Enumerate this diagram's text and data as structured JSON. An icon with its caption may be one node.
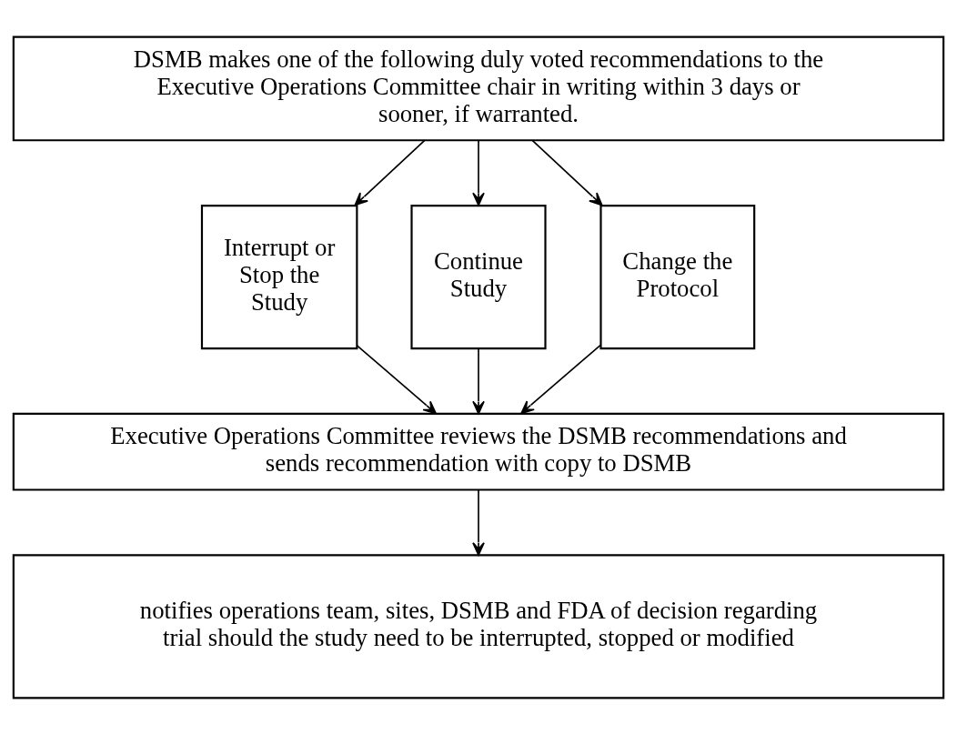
{
  "diagram": {
    "nodes": [
      {
        "text": [
          "DSMB makes one of the following duly voted recommendations to the Executive Operations Committee chair in writing within 3 days or sooner, if warranted."
        ]
      },
      {
        "text": [
          "Interrupt or Stop the Study"
        ]
      },
      {
        "text": [
          "Continue Study"
        ]
      },
      {
        "text": [
          "Change the Protocol"
        ]
      },
      {
        "text": [
          "Executive Operations Committee reviews the DSMB recommendations and sends recommendation with copy to DSMB"
        ]
      },
      {
        "text": [
          "notifies operations team, sites, DSMB and FDA of decision regarding trial should the study need to be interrupted, stopped or modified"
        ]
      }
    ],
    "edges": [
      {
        "from": 0,
        "to": 1,
        "arrow": "to"
      },
      {
        "from": 0,
        "to": 2,
        "arrow": "to"
      },
      {
        "from": 0,
        "to": 3,
        "arrow": "to"
      },
      {
        "from": 1,
        "to": 4,
        "arrow": "to"
      },
      {
        "from": 2,
        "to": 4,
        "arrow": "to"
      },
      {
        "from": 3,
        "to": 4,
        "arrow": "to"
      },
      {
        "from": 4,
        "to": 5,
        "arrow": "to"
      }
    ]
  }
}
